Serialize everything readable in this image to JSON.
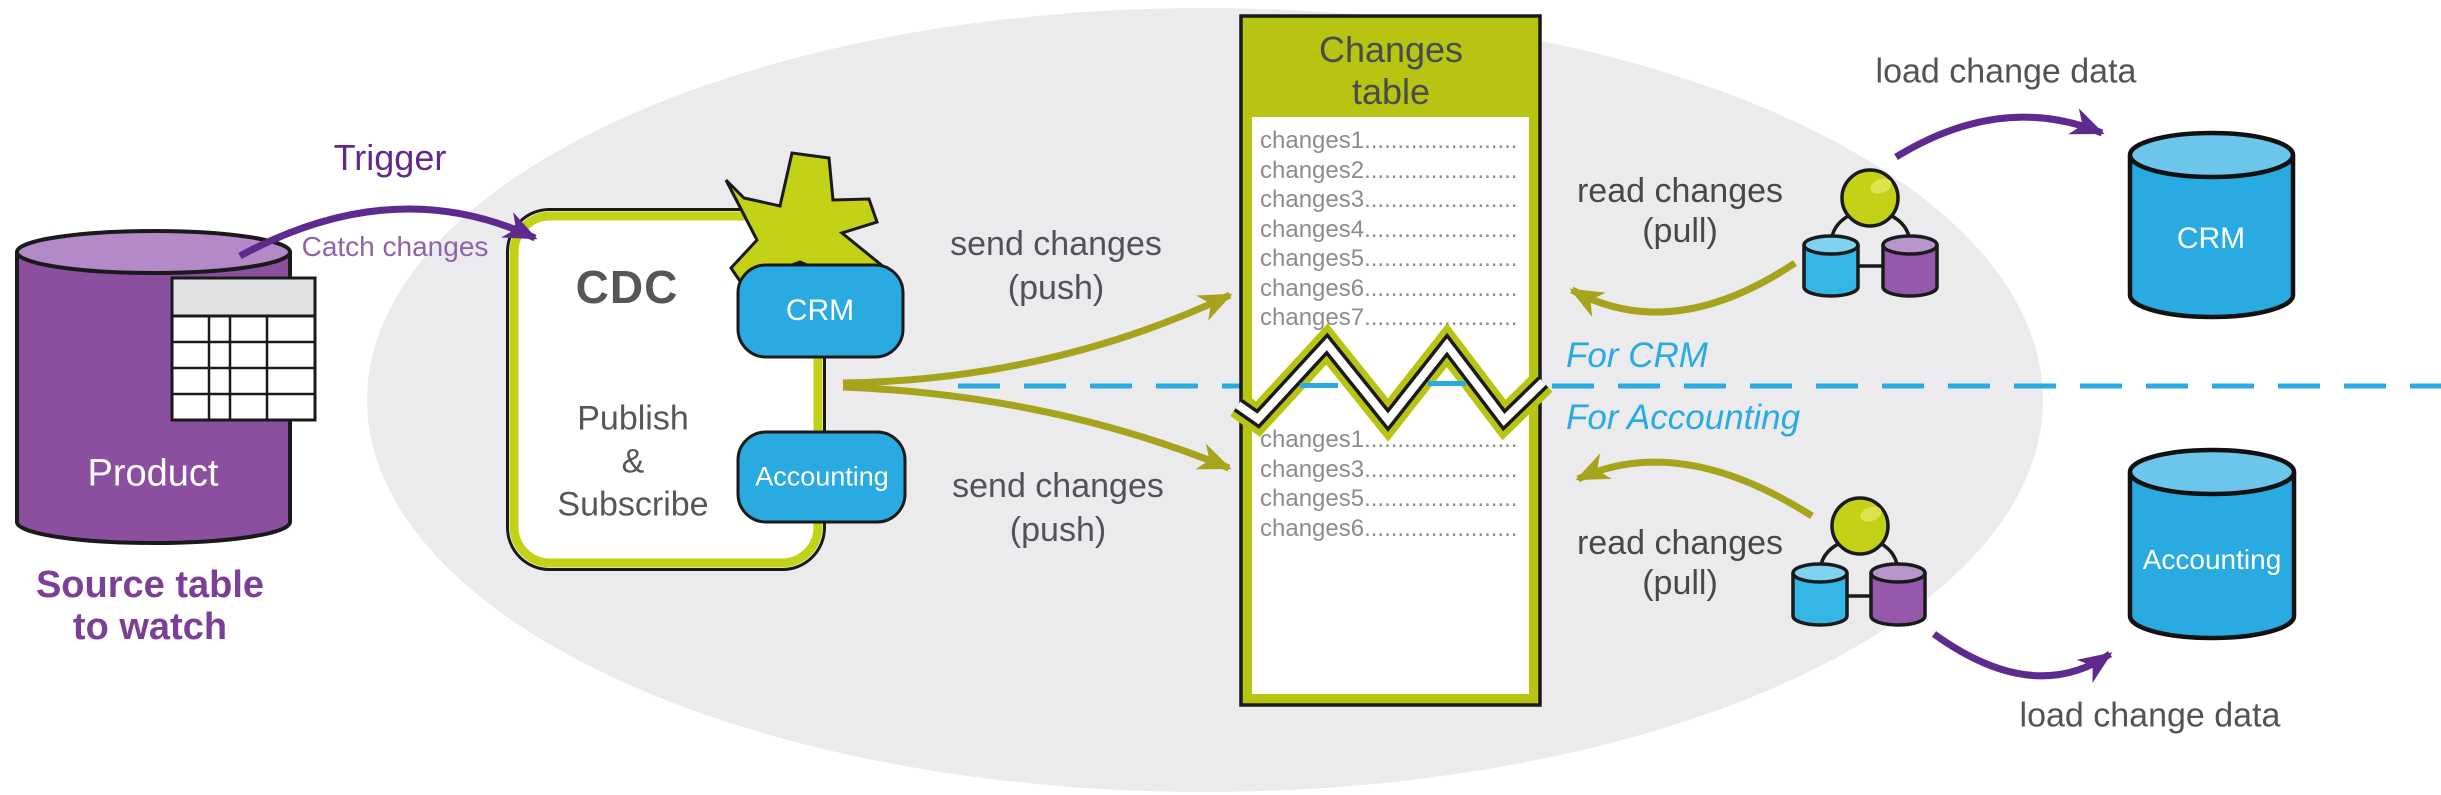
{
  "source": {
    "cylinder_label": "Product",
    "caption_lines": [
      "Source table",
      "to watch"
    ]
  },
  "trigger": {
    "label": "Trigger",
    "sublabel": "Catch changes"
  },
  "cdc": {
    "title": "CDC",
    "publish_lines": [
      "Publish",
      "&",
      "Subscribe"
    ],
    "badges": {
      "crm": "CRM",
      "accounting": "Accounting"
    }
  },
  "send_top": {
    "line1": "send changes",
    "line2": "(push)"
  },
  "send_bottom": {
    "line1": "send changes",
    "line2": "(push)"
  },
  "read_top": {
    "line1": "read changes",
    "line2": "(pull)"
  },
  "read_bottom": {
    "line1": "read changes",
    "line2": "(pull)"
  },
  "load_top": "load change data",
  "load_bottom": "load change data",
  "changes_table": {
    "title_lines": [
      "Changes",
      "table"
    ],
    "rows_upper": [
      "changes1........................",
      "changes2........................",
      "changes3........................",
      "changes4........................",
      "changes5........................",
      "changes6........................",
      "changes7........................"
    ],
    "rows_lower": [
      "changes1........................",
      "changes3........................",
      "changes5........................",
      "changes6........................"
    ]
  },
  "lanes": {
    "crm": "For CRM",
    "accounting": "For Accounting"
  },
  "targets": {
    "crm": "CRM",
    "accounting": "Accounting"
  },
  "icons": {
    "star_burst": "star-burst-icon",
    "source_table": "table-grid-icon",
    "subscriber_node": "pubsub-subscriber-icon",
    "database": "database-cylinder-icon"
  },
  "colors": {
    "chartreuse": "#c3d117",
    "olive_frame": "#b7c411",
    "olive_arrow": "#a6a31c",
    "blue": "#29abe2",
    "blue_light": "#6cc6ec",
    "purple_dark": "#5f2a8e",
    "purple_mid": "#7b3f98",
    "purple_light": "#8f62ab",
    "cylinder_purple": "#8c4fa0",
    "gray_text": "#525356",
    "row_gray": "#8a8c8f",
    "ellipse_bg": "#ebebed"
  }
}
